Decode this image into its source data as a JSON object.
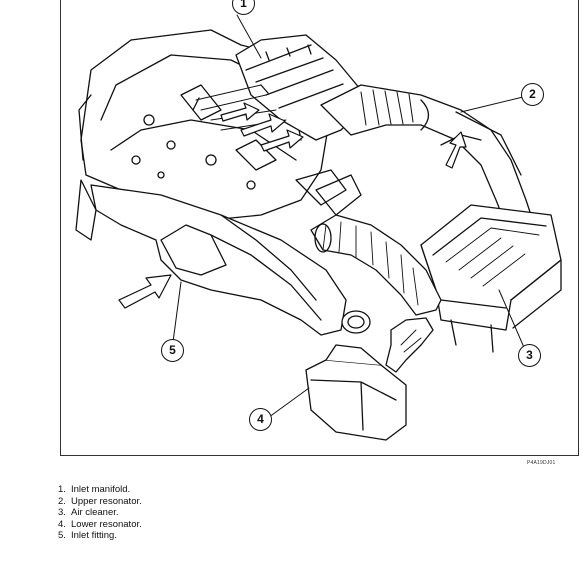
{
  "figure": {
    "code": "P4A19DJ01",
    "callouts": [
      {
        "id": 1,
        "text": "1"
      },
      {
        "id": 2,
        "text": "2"
      },
      {
        "id": 3,
        "text": "3"
      },
      {
        "id": 4,
        "text": "4"
      },
      {
        "id": 5,
        "text": "5"
      }
    ]
  },
  "legend": [
    {
      "num": "1.",
      "label": "Inlet manifold."
    },
    {
      "num": "2.",
      "label": "Upper resonator."
    },
    {
      "num": "3.",
      "label": "Air cleaner."
    },
    {
      "num": "4.",
      "label": "Lower resonator."
    },
    {
      "num": "5.",
      "label": "Inlet fitting."
    }
  ],
  "colors": {
    "line": "#111111",
    "fill": "#ffffff",
    "shade": "#d8d8d8"
  }
}
